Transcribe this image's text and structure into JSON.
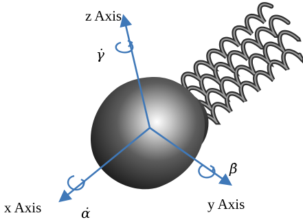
{
  "colors": {
    "axis": "#3f78b8",
    "body_dark": "#1a1a1a",
    "body_light": "#ffffff",
    "flagella": "#6a6a6a"
  },
  "axes": {
    "z": {
      "label": "z Axis",
      "rate": "γ̇"
    },
    "x": {
      "label": "x Axis",
      "rate": "α̇"
    },
    "y": {
      "label": "y Axis",
      "rate": "β̇"
    }
  }
}
